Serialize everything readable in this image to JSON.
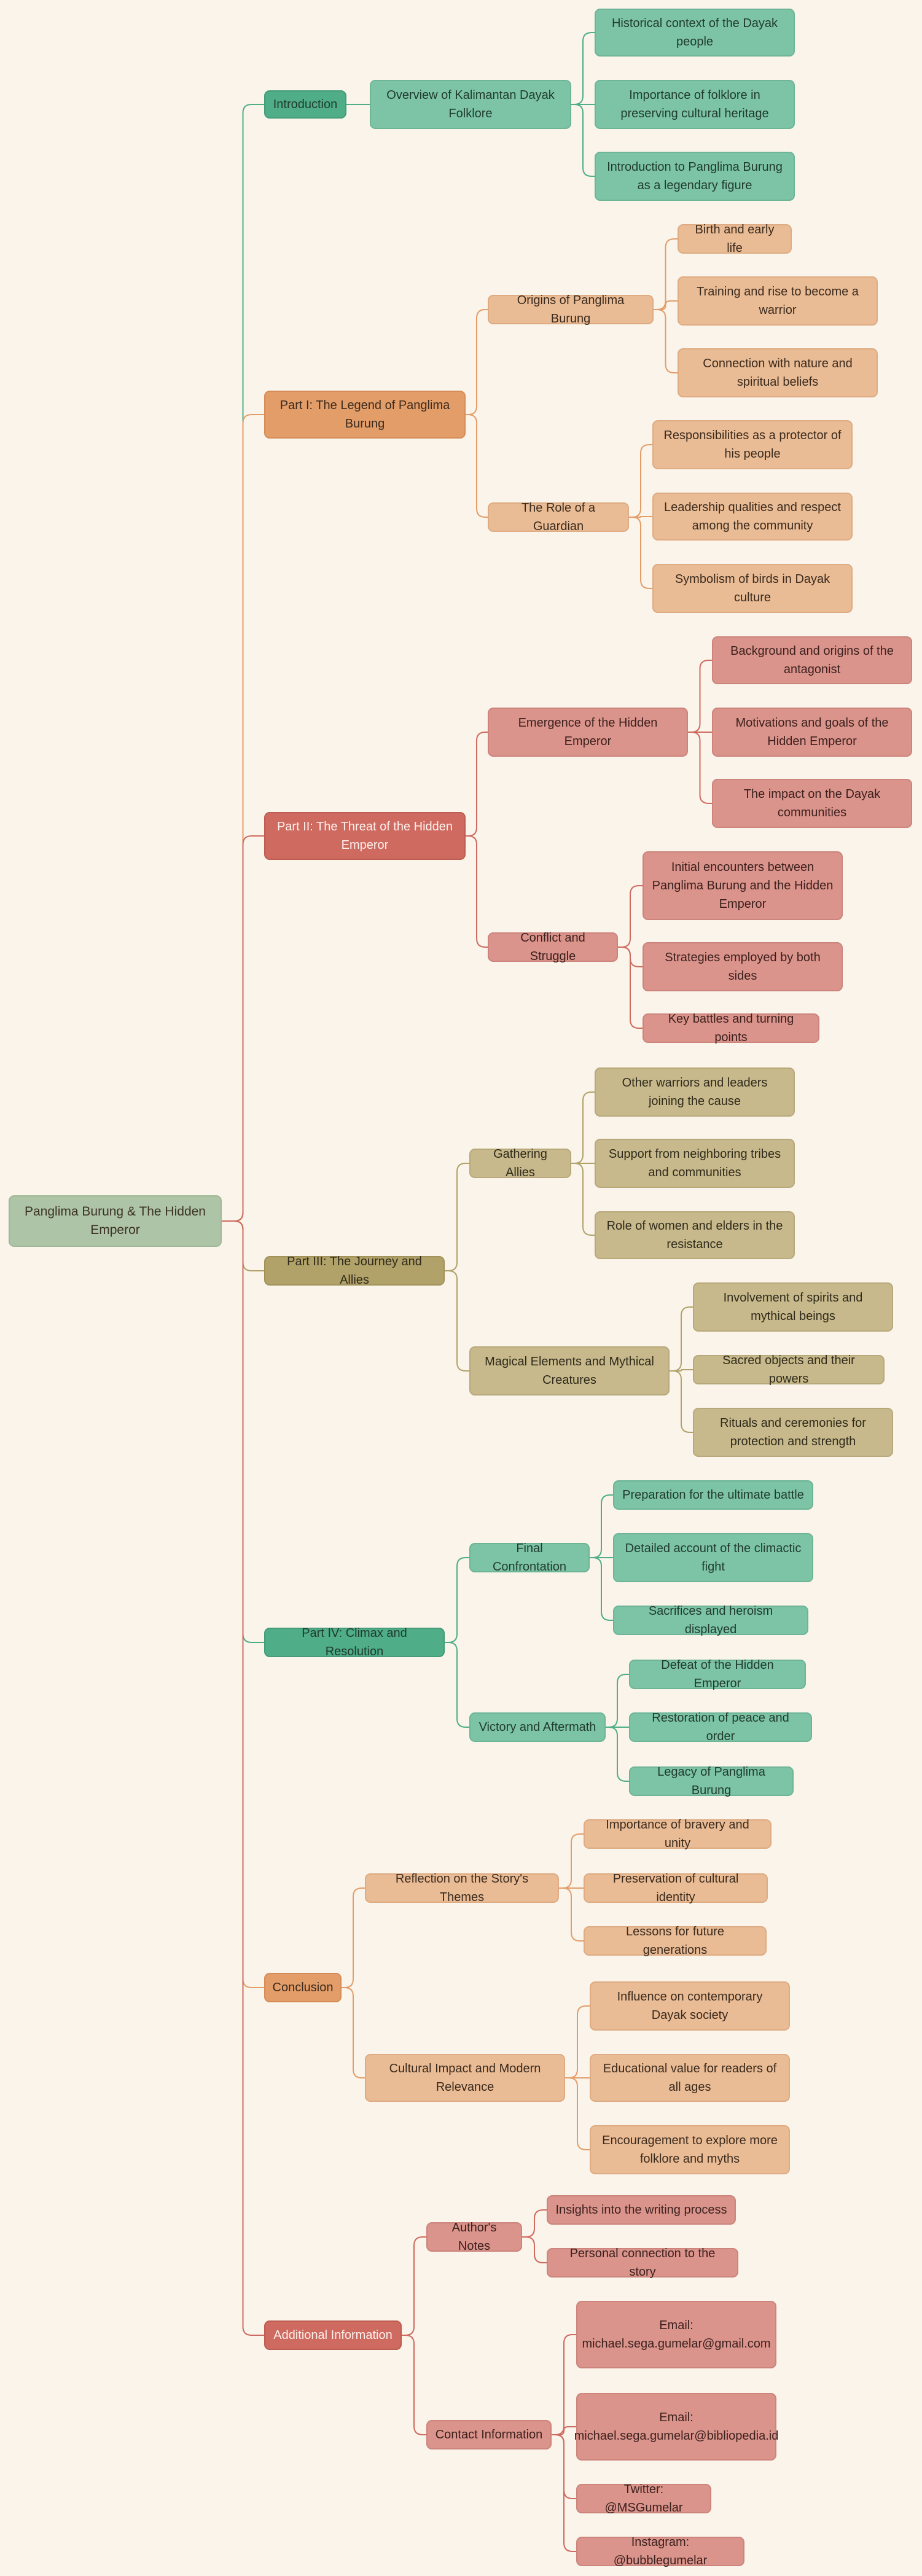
{
  "colors": {
    "background": "#faf4ea",
    "root": "#aec4a6",
    "green": "#4fad88",
    "green_light": "#7dc4a6",
    "orange": "#e39d69",
    "orange_light": "#e9bc96",
    "red": "#ce6a60",
    "red_light": "#da948c",
    "olive": "#b1a26a",
    "olive_light": "#c7b98c"
  },
  "mindmap": {
    "root": "Panglima Burung & The Hidden Emperor",
    "introduction": {
      "label": "Introduction",
      "overview": {
        "label": "Overview of Kalimantan Dayak Folklore",
        "items": [
          "Historical context of the Dayak people",
          "Importance of folklore in preserving cultural heritage",
          "Introduction to Panglima Burung as a legendary figure"
        ]
      }
    },
    "part1": {
      "label": "Part I: The Legend of Panglima Burung",
      "origins": {
        "label": "Origins of Panglima Burung",
        "items": [
          "Birth and early life",
          "Training and rise to become a warrior",
          "Connection with nature and spiritual beliefs"
        ]
      },
      "guardian": {
        "label": "The Role of a Guardian",
        "items": [
          "Responsibilities as a protector of his people",
          "Leadership qualities and respect among the community",
          "Symbolism of birds in Dayak culture"
        ]
      }
    },
    "part2": {
      "label": "Part II: The Threat of the Hidden Emperor",
      "emergence": {
        "label": "Emergence of the Hidden Emperor",
        "items": [
          "Background and origins of the antagonist",
          "Motivations and goals of the Hidden Emperor",
          "The impact on the Dayak communities"
        ]
      },
      "conflict": {
        "label": "Conflict and Struggle",
        "items": [
          "Initial encounters between Panglima Burung and the Hidden Emperor",
          "Strategies employed by both sides",
          "Key battles and turning points"
        ]
      }
    },
    "part3": {
      "label": "Part III: The Journey and Allies",
      "gathering": {
        "label": "Gathering Allies",
        "items": [
          "Other warriors and leaders joining the cause",
          "Support from neighboring tribes and communities",
          "Role of women and elders in the resistance"
        ]
      },
      "magical": {
        "label": "Magical Elements and Mythical Creatures",
        "items": [
          "Involvement of spirits and mythical beings",
          "Sacred objects and their powers",
          "Rituals and ceremonies for protection and strength"
        ]
      }
    },
    "part4": {
      "label": "Part IV: Climax and Resolution",
      "final": {
        "label": "Final Confrontation",
        "items": [
          "Preparation for the ultimate battle",
          "Detailed account of the climactic fight",
          "Sacrifices and heroism displayed"
        ]
      },
      "victory": {
        "label": "Victory and Aftermath",
        "items": [
          "Defeat of the Hidden Emperor",
          "Restoration of peace and order",
          "Legacy of Panglima Burung"
        ]
      }
    },
    "conclusion": {
      "label": "Conclusion",
      "reflection": {
        "label": "Reflection on the Story's Themes",
        "items": [
          "Importance of bravery and unity",
          "Preservation of cultural identity",
          "Lessons for future generations"
        ]
      },
      "impact": {
        "label": "Cultural Impact and Modern Relevance",
        "items": [
          "Influence on contemporary Dayak society",
          "Educational value for readers of all ages",
          "Encouragement to explore more folklore and myths"
        ]
      }
    },
    "additional": {
      "label": "Additional Information",
      "notes": {
        "label": "Author's Notes",
        "items": [
          "Insights into the writing process",
          "Personal connection to the story"
        ]
      },
      "contact": {
        "label": "Contact Information",
        "items": [
          "Email: michael.sega.gumelar@gmail.com",
          "Email: michael.sega.gumelar@bibliopedia.id",
          "Twitter: @MSGumelar",
          "Instagram: @bubblegumelar"
        ]
      }
    }
  }
}
